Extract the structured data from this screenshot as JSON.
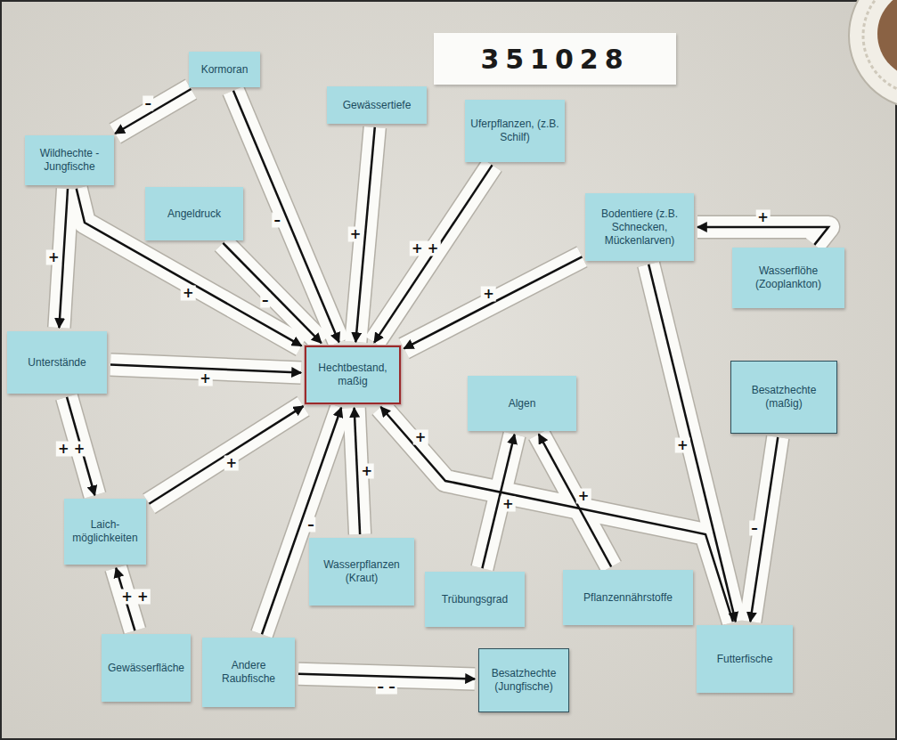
{
  "diagram": {
    "nodes": [
      {
        "text": [
          "Kormoran"
        ]
      },
      {
        "text": [
          "Wildhechte - Jungfische"
        ]
      },
      {
        "text": [
          "Gewässertiefe"
        ]
      },
      {
        "text": [
          "Uferpflanzen, (z.B. Schilf)"
        ]
      },
      {
        "text": [
          "Angeldruck"
        ]
      },
      {
        "text": [
          "Bodentiere (z.B. Schnecken, Mückenlarven)"
        ]
      },
      {
        "text": [
          "Wasserflöhe (Zooplankton)"
        ]
      },
      {
        "text": [
          "Unterstände"
        ]
      },
      {
        "text": [
          "Hechtbestand, maßig"
        ]
      },
      {
        "text": [
          "Algen"
        ]
      },
      {
        "text": [
          "Besatzhechte (maßig)"
        ]
      },
      {
        "text": [
          "Laich- möglichkeiten"
        ]
      },
      {
        "text": [
          "Wasserpflanzen (Kraut)"
        ]
      },
      {
        "text": [
          "Trübungsgrad"
        ]
      },
      {
        "text": [
          "Pflanzennährstoffe"
        ]
      },
      {
        "text": [
          "Futterfische"
        ]
      },
      {
        "text": [
          "Gewässerfläche"
        ]
      },
      {
        "text": [
          "Andere Raubfische"
        ]
      },
      {
        "text": [
          "Besatzhechte (Jungfische)"
        ]
      }
    ],
    "edges": [
      {
        "from": 0,
        "to": 1,
        "arrow": "to",
        "label": "–"
      },
      {
        "from": 0,
        "to": 8,
        "arrow": "to",
        "label": "–"
      },
      {
        "from": 2,
        "to": 8,
        "arrow": "to",
        "label": "+"
      },
      {
        "from": 3,
        "to": 8,
        "arrow": "to",
        "label": "+ +"
      },
      {
        "from": 5,
        "to": 8,
        "arrow": "to",
        "label": "+"
      },
      {
        "from": 4,
        "to": 8,
        "arrow": "to",
        "label": "–"
      },
      {
        "from": 1,
        "to": 7,
        "arrow": "to",
        "label": "+"
      },
      {
        "from": 1,
        "to": 8,
        "arrow": "to",
        "label": "+"
      },
      {
        "from": 7,
        "to": 8,
        "arrow": "to",
        "label": "+"
      },
      {
        "from": 7,
        "to": 11,
        "arrow": "to",
        "label": "+ +"
      },
      {
        "from": 11,
        "to": 8,
        "arrow": "to",
        "label": "+"
      },
      {
        "from": 16,
        "to": 11,
        "arrow": "to",
        "label": "+ +"
      },
      {
        "from": 17,
        "to": 8,
        "arrow": "to",
        "label": "–"
      },
      {
        "from": 17,
        "to": 18,
        "arrow": "to",
        "label": "– –"
      },
      {
        "from": 12,
        "to": 8,
        "arrow": "to",
        "label": "+"
      },
      {
        "from": 15,
        "to": 8,
        "arrow": "to",
        "label": "+"
      },
      {
        "from": 13,
        "to": 9,
        "arrow": "to",
        "label": "+"
      },
      {
        "from": 14,
        "to": 9,
        "arrow": "to",
        "label": "+"
      },
      {
        "from": 5,
        "to": 15,
        "arrow": "to",
        "label": "+"
      },
      {
        "from": 6,
        "to": 5,
        "arrow": "to",
        "label": "+"
      },
      {
        "from": 10,
        "to": 15,
        "arrow": "to",
        "label": "–"
      }
    ],
    "labels": [
      "351028"
    ]
  }
}
